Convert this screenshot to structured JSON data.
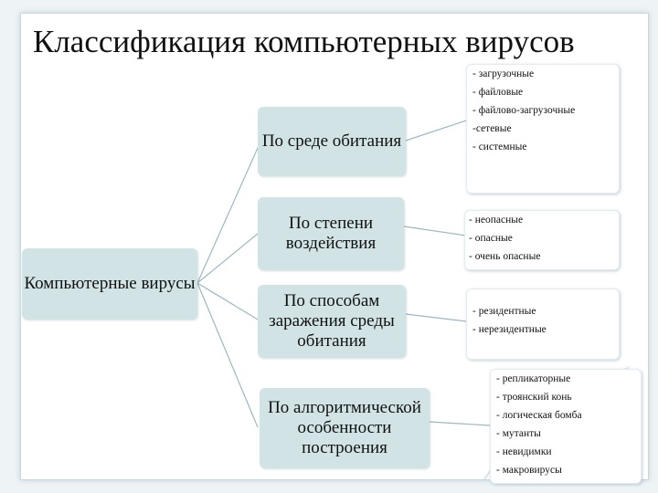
{
  "title": "Классификация компьютерных вирусов",
  "root": {
    "label": "Компьютерные вирусы"
  },
  "categories": [
    {
      "label": "По среде обитания",
      "items": [
        "- загрузочные",
        "- файловые",
        "- файлово-загрузочные",
        "-сетевые",
        "- системные"
      ]
    },
    {
      "label": "По степени воздействия",
      "items": [
        "- неопасные",
        "- опасные",
        "- очень опасные"
      ]
    },
    {
      "label": "По способам заражения среды обитания",
      "items": [
        "- резидентные",
        "- нерезидентные"
      ]
    },
    {
      "label": "По алгоритмической особенности построения",
      "items": [
        "- репликаторные",
        "- троянский конь",
        "- логическая бомба",
        "- мутанты",
        "- невидимки",
        "- макровирусы"
      ]
    }
  ],
  "colors": {
    "box_fill": "#d2e3e6",
    "line": "#9fb7bf",
    "list_fill": "#ffffff"
  }
}
